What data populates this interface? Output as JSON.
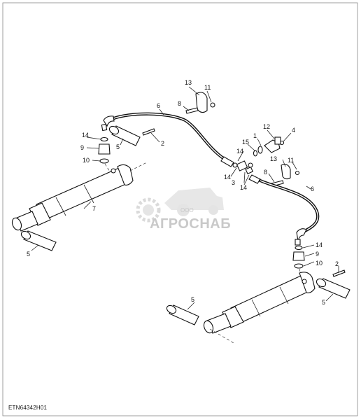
{
  "drawing_code": "ETN64342H01",
  "watermark": {
    "prefix": "ООО",
    "name": "АГРОСНАБ"
  },
  "callouts": {
    "c13a": "13",
    "c11a": "11",
    "c8a": "8",
    "c6a": "6",
    "c12": "12",
    "c4": "4",
    "c1": "1",
    "c15": "15",
    "c14a": "14",
    "c9a": "9",
    "c10a": "10",
    "c5a": "5",
    "c2a": "2",
    "c14b": "14",
    "c3": "3",
    "c14c": "14",
    "c14d": "14",
    "c13b": "13",
    "c11b": "11",
    "c8b": "8",
    "c6b": "6",
    "c7": "7",
    "c5b": "5",
    "c14e": "14",
    "c9b": "9",
    "c10b": "10",
    "c2b": "2",
    "c5c": "5",
    "c5d": "5"
  }
}
